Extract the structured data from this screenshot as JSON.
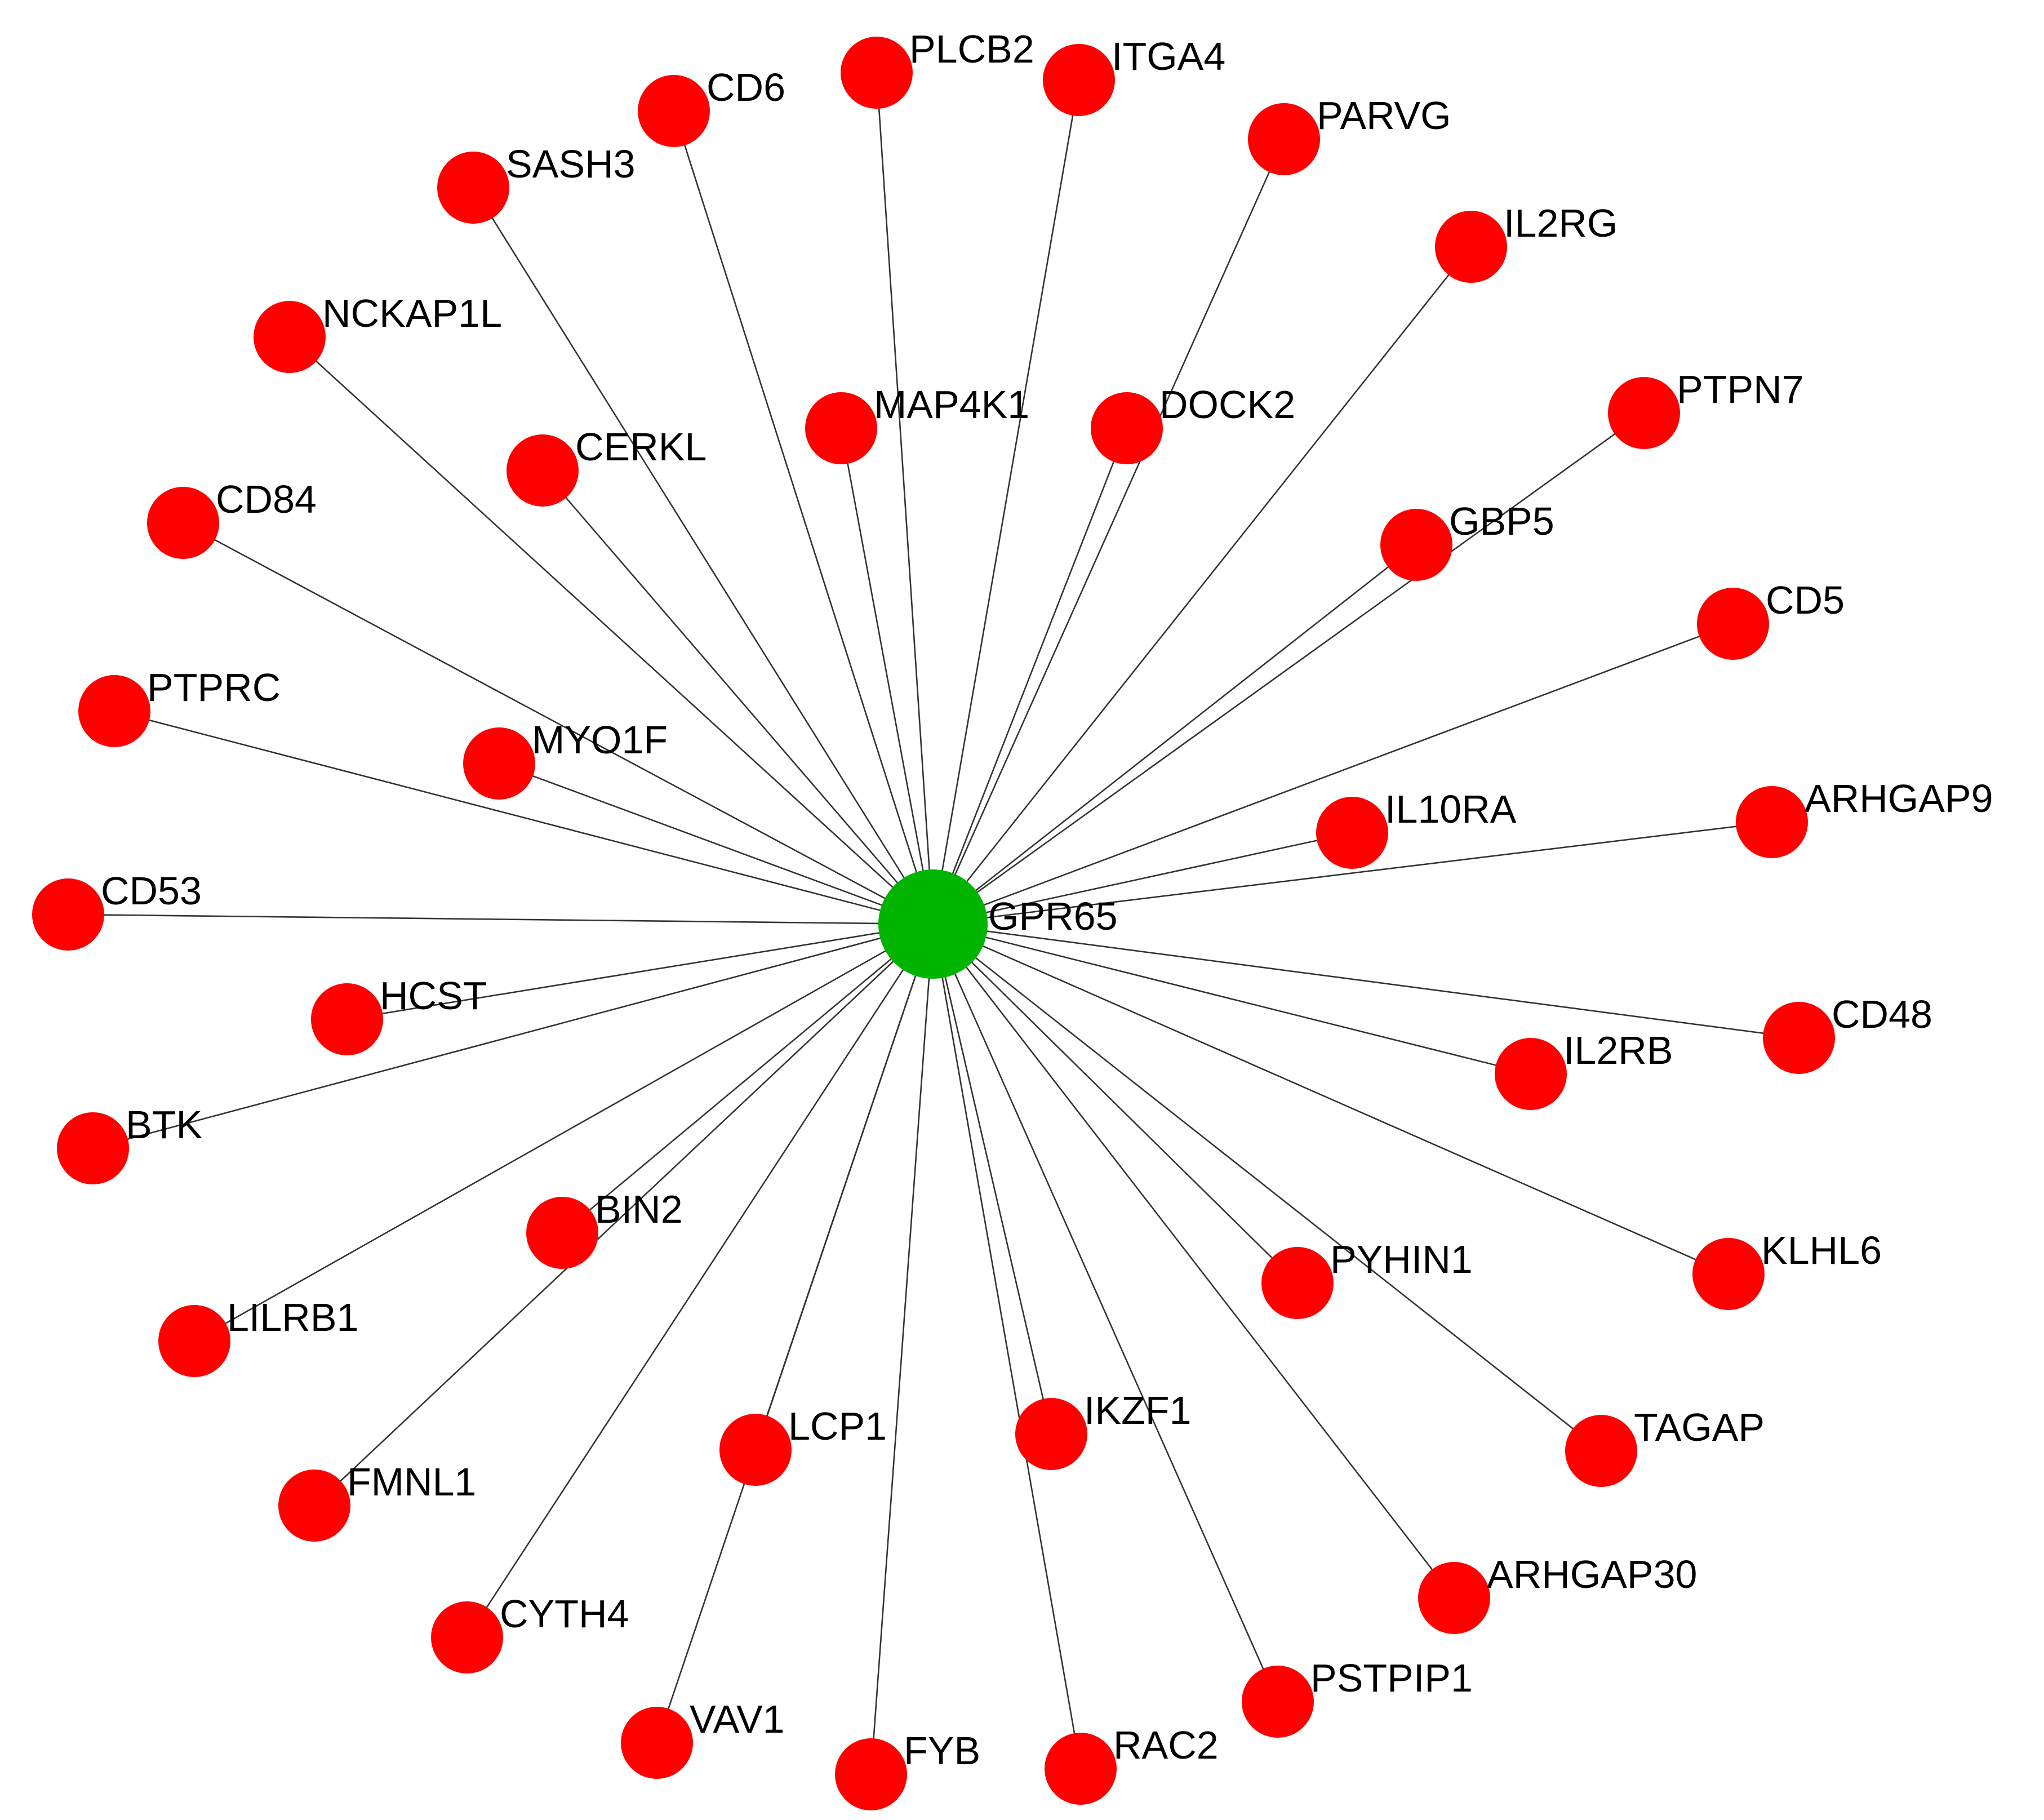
{
  "colors": {
    "hub": "#00b400",
    "leaf": "#ff0000",
    "edge": "#333333",
    "text": "#000000"
  },
  "hub": {
    "label": "GPR65"
  },
  "nodes": [
    {
      "label": "PLCB2"
    },
    {
      "label": "ITGA4"
    },
    {
      "label": "CD6"
    },
    {
      "label": "PARVG"
    },
    {
      "label": "SASH3"
    },
    {
      "label": "IL2RG"
    },
    {
      "label": "NCKAP1L"
    },
    {
      "label": "MAP4K1"
    },
    {
      "label": "DOCK2"
    },
    {
      "label": "PTPN7"
    },
    {
      "label": "CERKL"
    },
    {
      "label": "CD84"
    },
    {
      "label": "GBP5"
    },
    {
      "label": "CD5"
    },
    {
      "label": "PTPRC"
    },
    {
      "label": "MYO1F"
    },
    {
      "label": "IL10RA"
    },
    {
      "label": "ARHGAP9"
    },
    {
      "label": "CD53"
    },
    {
      "label": "HCST"
    },
    {
      "label": "CD48"
    },
    {
      "label": "IL2RB"
    },
    {
      "label": "BTK"
    },
    {
      "label": "BIN2"
    },
    {
      "label": "KLHL6"
    },
    {
      "label": "PYHIN1"
    },
    {
      "label": "LILRB1"
    },
    {
      "label": "LCP1"
    },
    {
      "label": "IKZF1"
    },
    {
      "label": "TAGAP"
    },
    {
      "label": "FMNL1"
    },
    {
      "label": "ARHGAP30"
    },
    {
      "label": "CYTH4"
    },
    {
      "label": "PSTPIP1"
    },
    {
      "label": "VAV1"
    },
    {
      "label": "FYB"
    },
    {
      "label": "RAC2"
    }
  ]
}
